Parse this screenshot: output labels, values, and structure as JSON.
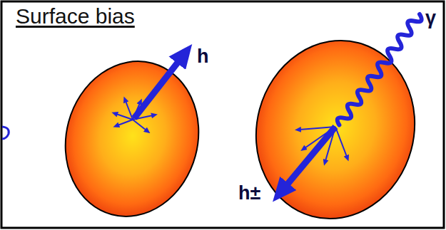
{
  "diagram": {
    "title": "Surface bias",
    "labels": [
      "h",
      "h±",
      "γ"
    ]
  }
}
